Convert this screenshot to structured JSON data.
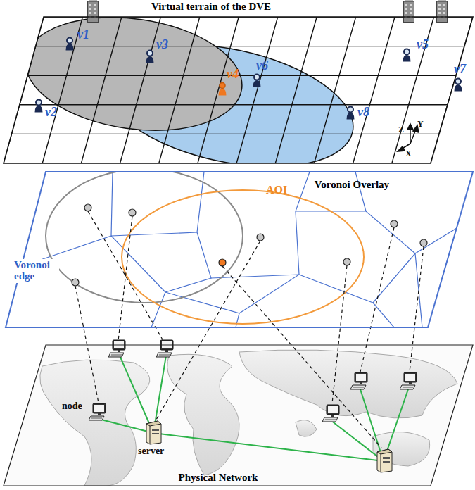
{
  "diagram": {
    "nodes": [
      {
        "text": [
          "Virtual terrain of the DVE"
        ]
      },
      {
        "text": [
          "Voronoi Overlay"
        ]
      },
      {
        "text": [
          "Physical Network"
        ]
      }
    ],
    "labels": [
      "v1",
      "v2",
      "v3",
      "v4",
      "v5",
      "v6",
      "v7",
      "v8",
      "Z",
      "Y",
      "X",
      "AOI",
      "Voronoi edge",
      "node",
      "server"
    ]
  }
}
